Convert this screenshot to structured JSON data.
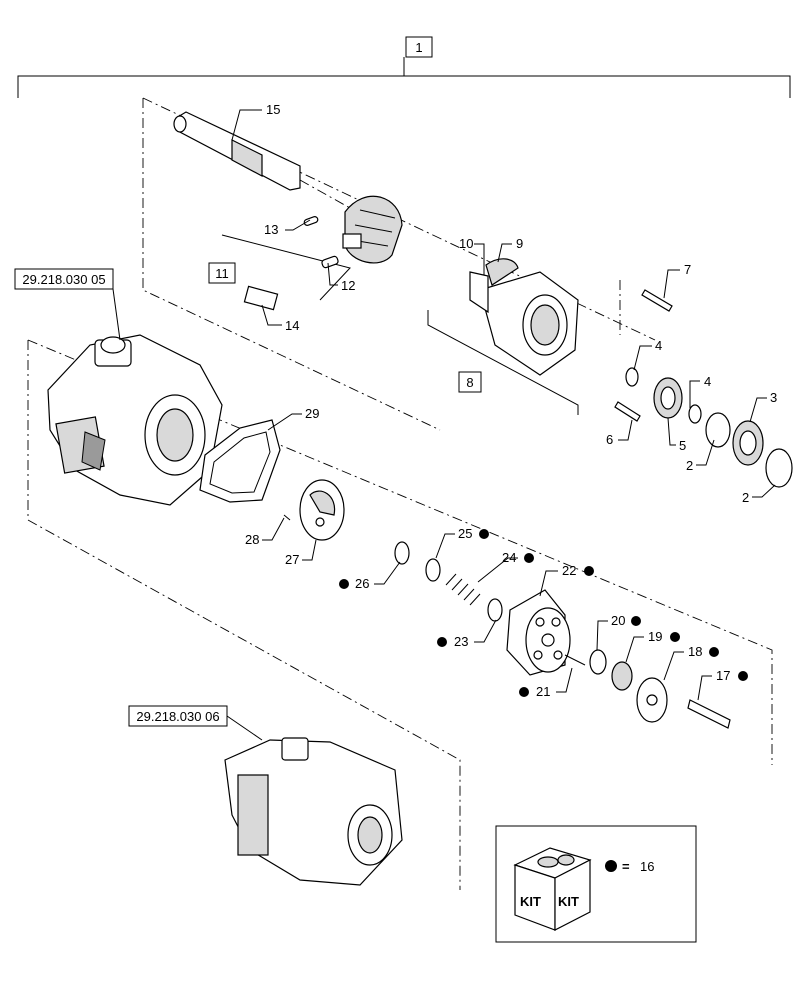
{
  "assembly_ref": "1",
  "sub_refs": {
    "seal_kit": "11",
    "housing_group": "8"
  },
  "crossrefs": {
    "upper_pump": "29.218.030 05",
    "lower_pump": "29.218.030 06"
  },
  "callouts": {
    "p15": "15",
    "p13": "13",
    "p12": "12",
    "p14": "14",
    "p10": "10",
    "p9": "9",
    "p7": "7",
    "p4a": "4",
    "p4b": "4",
    "p3": "3",
    "p5": "5",
    "p6": "6",
    "p2a": "2",
    "p2b": "2",
    "p29": "29",
    "p28": "28",
    "p27": "27",
    "p26": "26",
    "p25": "25",
    "p24": "24",
    "p23": "23",
    "p22": "22",
    "p21": "21",
    "p20": "20",
    "p19": "19",
    "p18": "18",
    "p17": "17"
  },
  "legend": {
    "kit_text_left": "KIT",
    "kit_text_right": "KIT",
    "equals": "=",
    "kit_number": "16"
  },
  "colors": {
    "ink": "#000000",
    "shade": "#d9d9d9",
    "background": "#ffffff"
  },
  "icons": {
    "kit_marker": "filled-circle",
    "kit_box": "kit-box-icon"
  }
}
